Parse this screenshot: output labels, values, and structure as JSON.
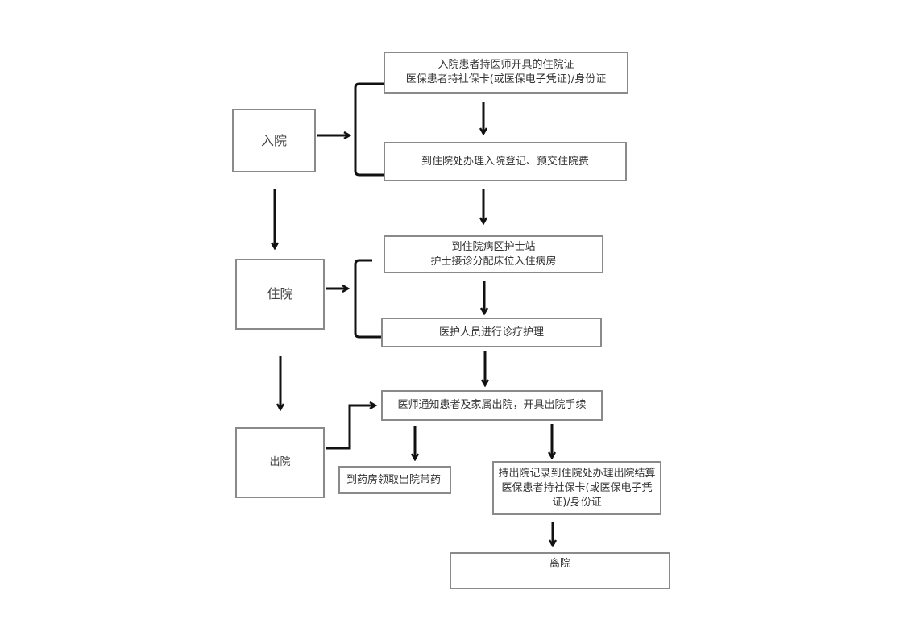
{
  "stages": {
    "admission": "入院",
    "hospitalization": "住院",
    "discharge": "出院"
  },
  "steps": {
    "admission_docs": [
      "入院患者持医师开具的住院证",
      "医保患者持社保卡(或医保电子凭证)/身份证"
    ],
    "admission_register": "到住院处办理入院登记、预交住院费",
    "ward_station": [
      "到住院病区护士站",
      "护士接诊分配床位入住病房"
    ],
    "treatment": "医护人员进行诊疗护理",
    "discharge_notice": "医师通知患者及家属出院，开具出院手续",
    "pharmacy": "到药房领取出院带药",
    "settlement": [
      "持出院记录到住院处办理出院结算",
      "医保患者持社保卡(或医保电子凭",
      "证)/身份证"
    ],
    "leave": "离院"
  }
}
